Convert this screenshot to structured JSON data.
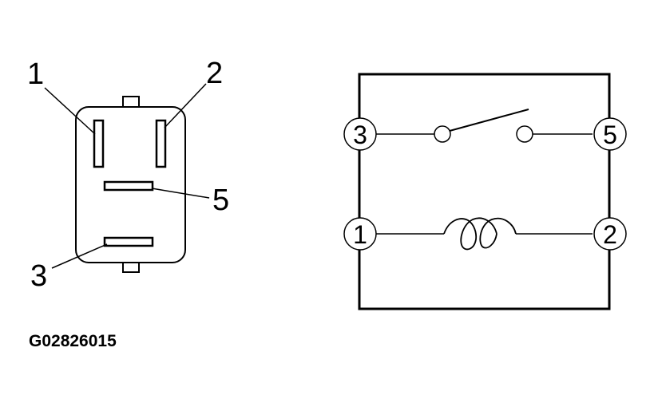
{
  "connector_view": {
    "pin_labels": {
      "pin1": "1",
      "pin2": "2",
      "pin5": "5",
      "pin3": "3"
    }
  },
  "schematic": {
    "terminals": {
      "t3": "3",
      "t5": "5",
      "t1": "1",
      "t2": "2"
    },
    "components": {
      "switch": "switch-symbol",
      "coil": "coil-symbol"
    }
  },
  "figure_code": "G02826015",
  "colors": {
    "ink": "#000000",
    "background": "#ffffff"
  }
}
